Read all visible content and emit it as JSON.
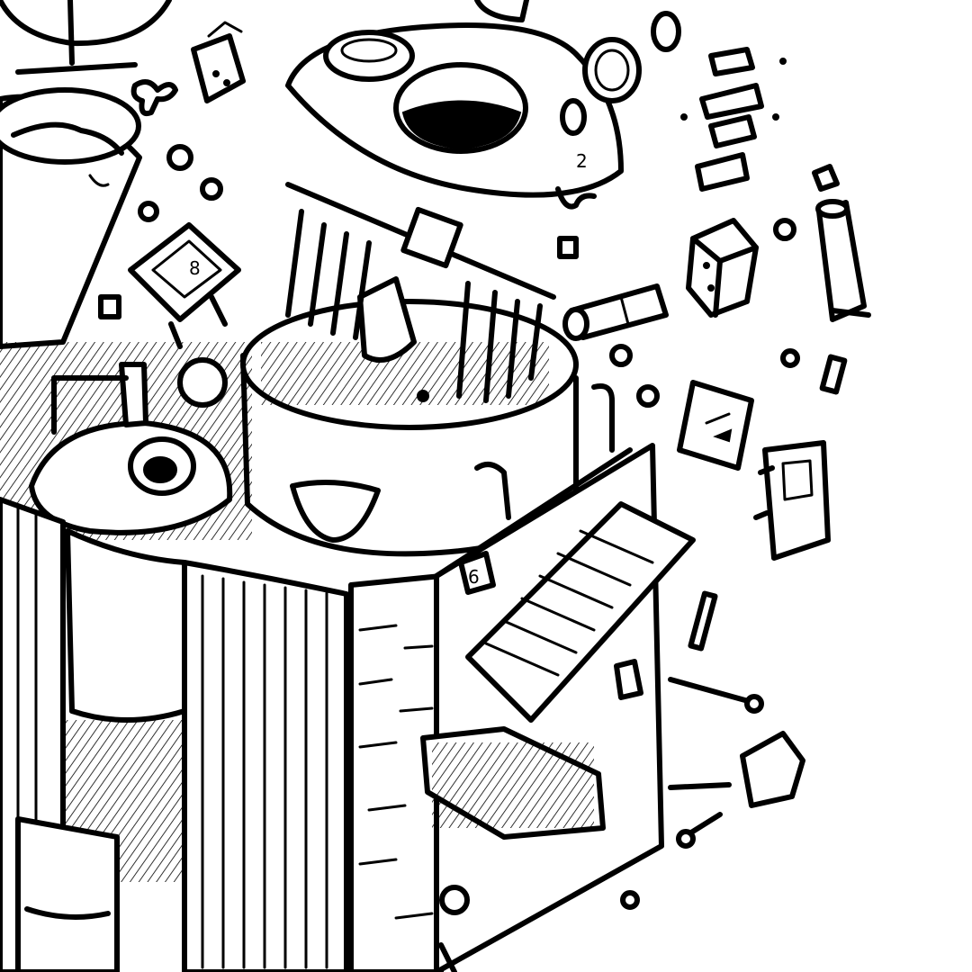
{
  "illustration": {
    "ink_color": "#000000",
    "paper_color": "#ffffff"
  },
  "labels": {
    "tank_number": "2",
    "door_number": "6",
    "monitor_digits": "8"
  }
}
